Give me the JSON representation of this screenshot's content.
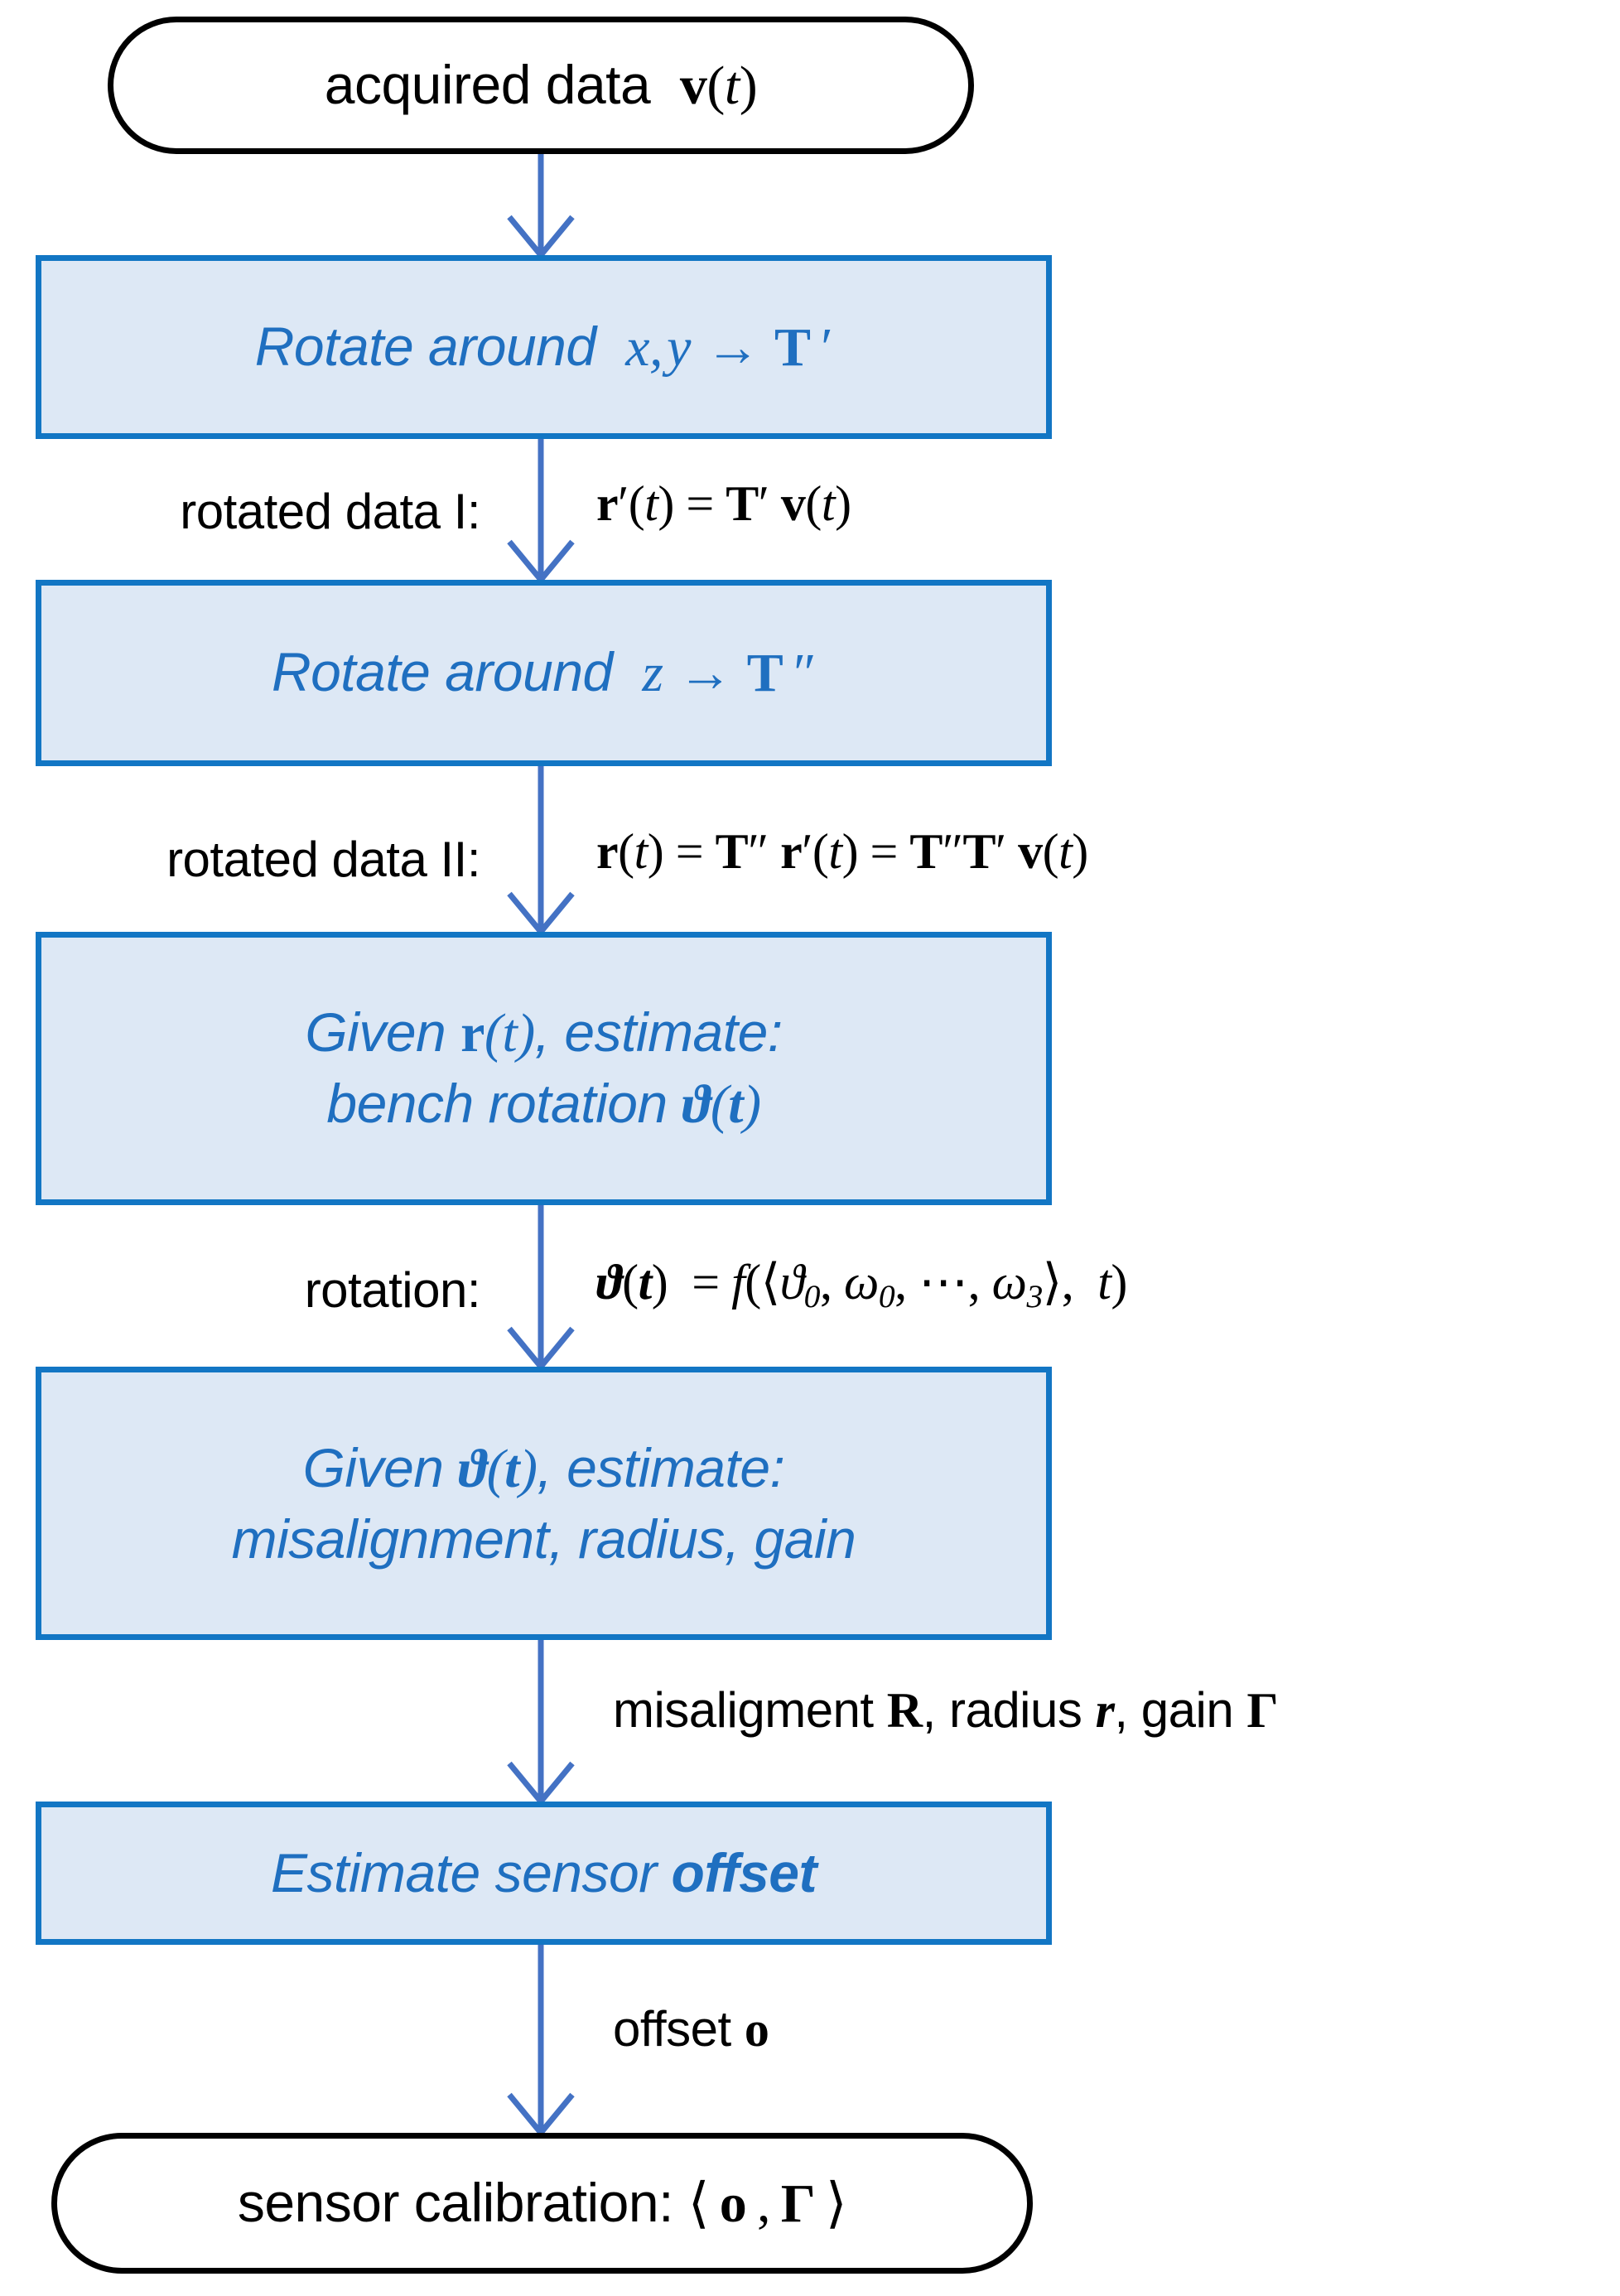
{
  "diagram": {
    "title": "sensor calibration pipeline flowchart",
    "colors": {
      "process_fill": "#dde8f5",
      "process_border": "#1276c4",
      "process_text": "#1f6fc0",
      "terminal_border": "#000000",
      "terminal_text": "#000000",
      "arrow": "#4472c4",
      "background": "#ffffff"
    },
    "nodes": {
      "start": {
        "shape": "stadium",
        "text": "acquired data  v(t)"
      },
      "rotate_xy": {
        "shape": "process",
        "text": "Rotate around  x, y → T ′"
      },
      "rotate_z": {
        "shape": "process",
        "text": "Rotate around  z → T ″"
      },
      "estimate_bench_rotation": {
        "shape": "process",
        "line1": "Given r(t), estimate:",
        "line2": "bench rotation ϑ(t)"
      },
      "estimate_misalignment": {
        "shape": "process",
        "line1": "Given ϑ(t), estimate:",
        "line2": "misalignment, radius, gain"
      },
      "estimate_offset": {
        "shape": "process",
        "text": "Estimate sensor offset"
      },
      "end": {
        "shape": "stadium",
        "text": "sensor calibration: ⟨ o , Γ ⟩"
      }
    },
    "edge_labels": {
      "e1_name": "rotated data I:",
      "e1_formula": "r′(t) = T′ v(t)",
      "e2_name": "rotated data II:",
      "e2_formula": "r(t) = T″ r′(t) = T″T′ v(t)",
      "e3_name": "rotation:",
      "e3_formula": "ϑ(t)  = f(⟨ϑ₀, ω₀, ⋯, ω₃⟩,  t)",
      "e4_formula": "misaligment R, radius r, gain Γ",
      "e5_formula": "offset o"
    }
  }
}
